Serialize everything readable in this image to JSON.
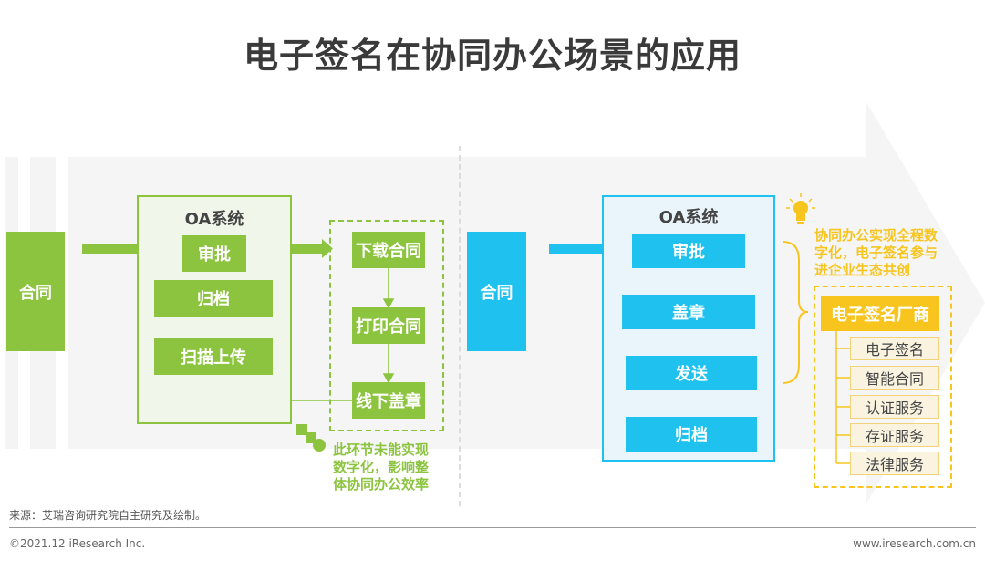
{
  "title": "电子签名在协同办公场景的应用",
  "colors": {
    "green": "#8cc43f",
    "blue": "#1fc2ee",
    "yellow": "#f7c51e",
    "title": "#3a3a3a"
  },
  "left": {
    "contract": "合同",
    "oa_system": "OA系统",
    "oa_steps": [
      "审批",
      "归档",
      "扫描上传"
    ],
    "offline_steps": [
      "下载合同",
      "打印合同",
      "线下盖章"
    ],
    "note": [
      "此环节未能实现",
      "数字化，影响整",
      "体协同办公效率"
    ]
  },
  "right": {
    "contract": "合同",
    "oa_system": "OA系统",
    "oa_steps": [
      "审批",
      "盖章",
      "发送",
      "归档"
    ],
    "note": [
      "协同办公实现全程数",
      "字化，电子签名参与",
      "进企业生态共创"
    ],
    "vendor": "电子签名厂商",
    "services": [
      "电子签名",
      "智能合同",
      "认证服务",
      "存证服务",
      "法律服务"
    ],
    "icon": "lightbulb-icon"
  },
  "footer": {
    "source": "来源：艾瑞咨询研究院自主研究及绘制。",
    "copyright": "©2021.12 iResearch Inc.",
    "website": "www.iresearch.com.cn"
  }
}
